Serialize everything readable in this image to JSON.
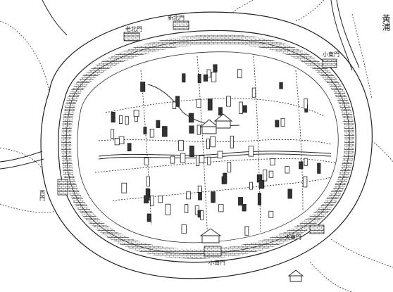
{
  "map": {
    "river_label": "黃浦",
    "gates": [
      {
        "id": "old-north",
        "label": "老北門"
      },
      {
        "id": "new-north",
        "label": "新北門"
      },
      {
        "id": "small-east",
        "label": "小東門"
      },
      {
        "id": "big-east",
        "label": "大東門"
      },
      {
        "id": "small-south",
        "label": "小南門"
      },
      {
        "id": "west",
        "label": "西門"
      }
    ],
    "colors": {
      "ink": "#222222",
      "paper": "#ffffff",
      "wall": "#3a3a3a"
    }
  }
}
